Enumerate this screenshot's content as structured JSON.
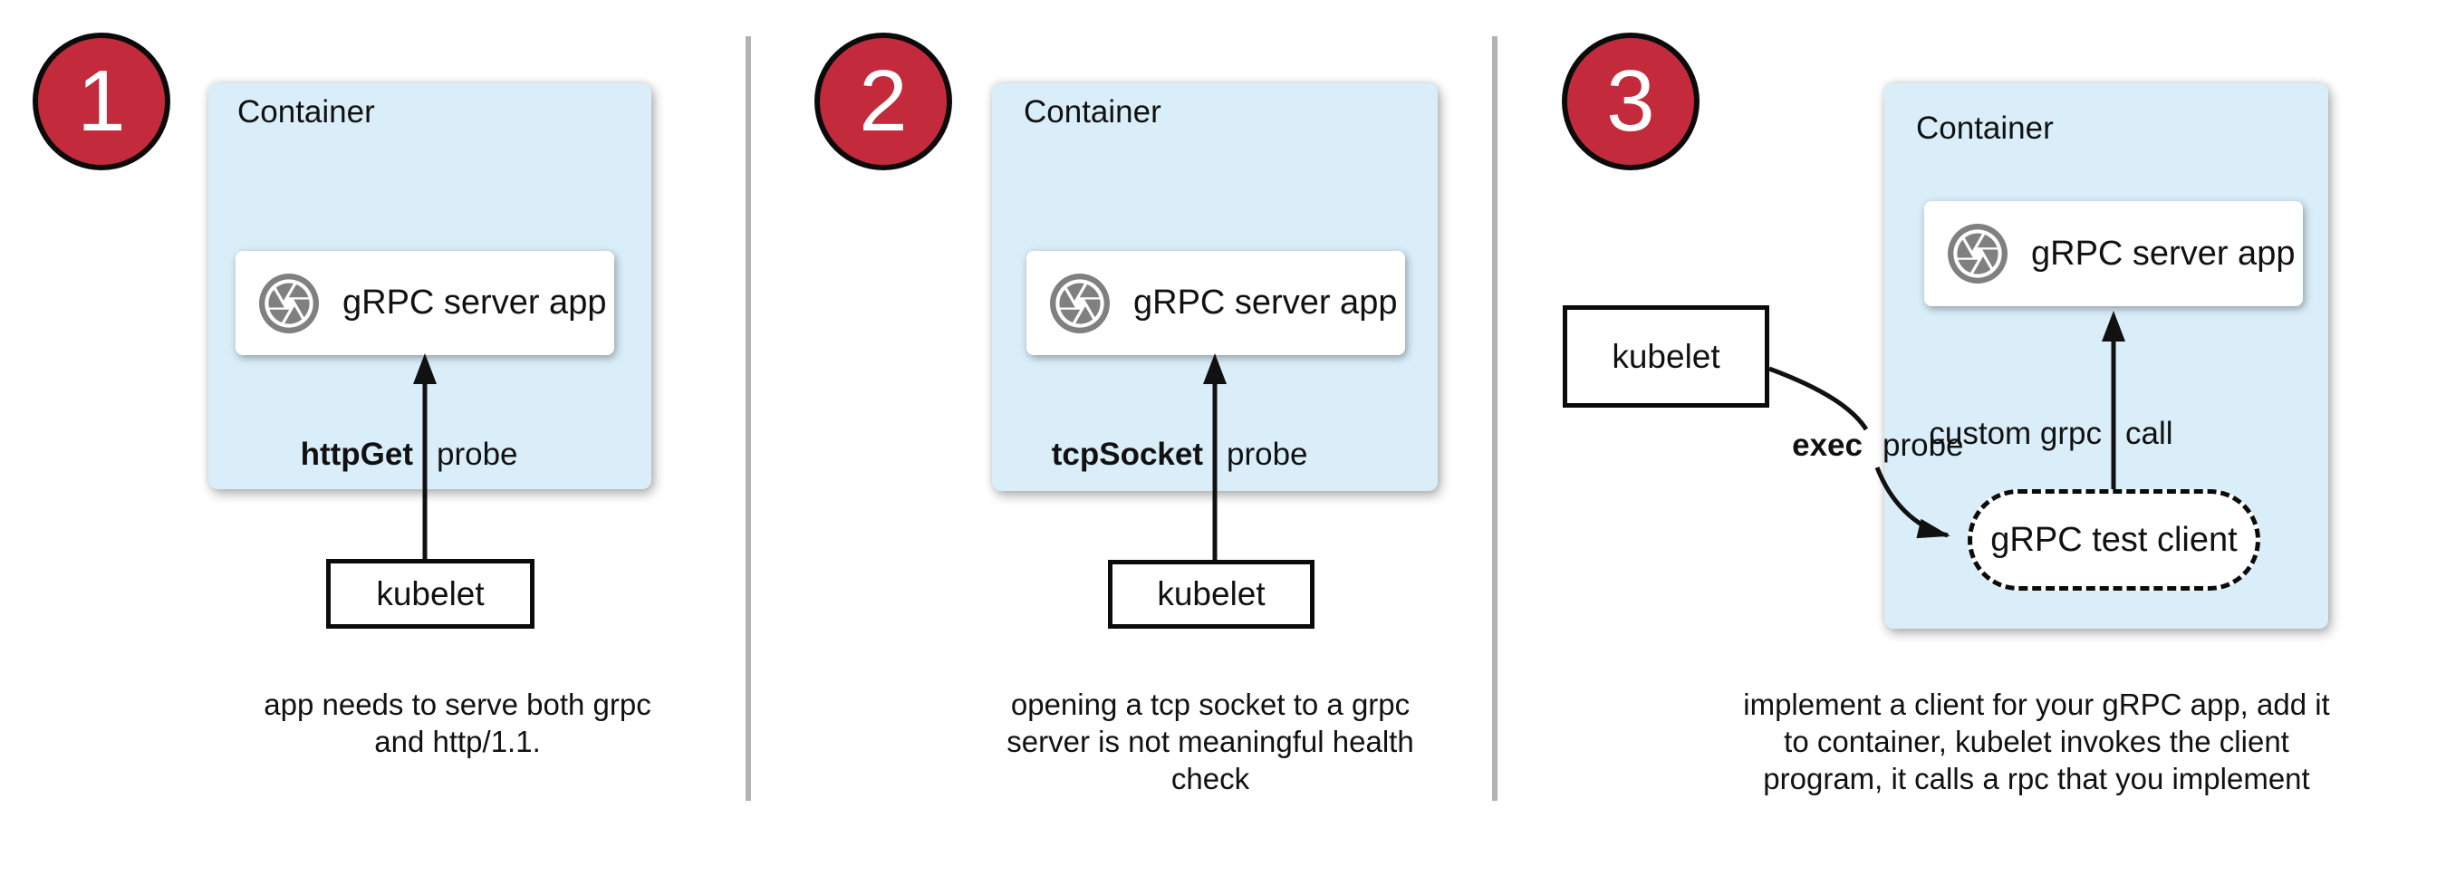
{
  "colors": {
    "badge_red": "#C32B3C",
    "container_blue": "#D9EEF9",
    "divider_gray": "#B3B3B3",
    "icon_gray": "#808080",
    "line_black": "#111111"
  },
  "panels": [
    {
      "number": "1",
      "container_label": "Container",
      "app_box_label": "gRPC server app",
      "app_icon": "aperture-icon",
      "probe_label_bold": "httpGet",
      "probe_label_rest": "probe",
      "kubelet_label": "kubelet",
      "caption_lines": [
        "app needs to serve both grpc",
        "and http/1.1."
      ]
    },
    {
      "number": "2",
      "container_label": "Container",
      "app_box_label": "gRPC server app",
      "app_icon": "aperture-icon",
      "probe_label_bold": "tcpSocket",
      "probe_label_rest": "probe",
      "kubelet_label": "kubelet",
      "caption_lines": [
        "opening a tcp socket to a grpc",
        "server is not meaningful health",
        "check"
      ]
    },
    {
      "number": "3",
      "container_label": "Container",
      "app_box_label": "gRPC server app",
      "app_icon": "aperture-icon",
      "probe_label_bold": "exec",
      "probe_label_rest": "probe",
      "custom_call_label_left": "custom grpc",
      "custom_call_label_right": "call",
      "test_client_label": "gRPC test client",
      "kubelet_label": "kubelet",
      "caption_lines": [
        "implement a client for your gRPC app, add it",
        "to container, kubelet invokes the client",
        "program, it calls a rpc that you implement"
      ]
    }
  ]
}
